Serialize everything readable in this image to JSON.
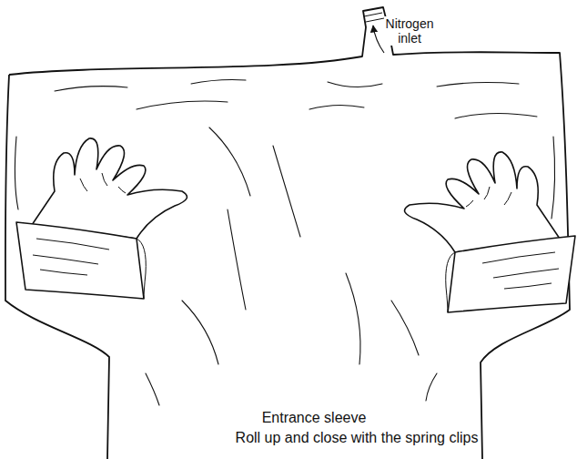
{
  "diagram": {
    "labels": [
      "Nitrogen inlet",
      "Entrance sleeve",
      "Roll up and close with the spring clips"
    ]
  }
}
